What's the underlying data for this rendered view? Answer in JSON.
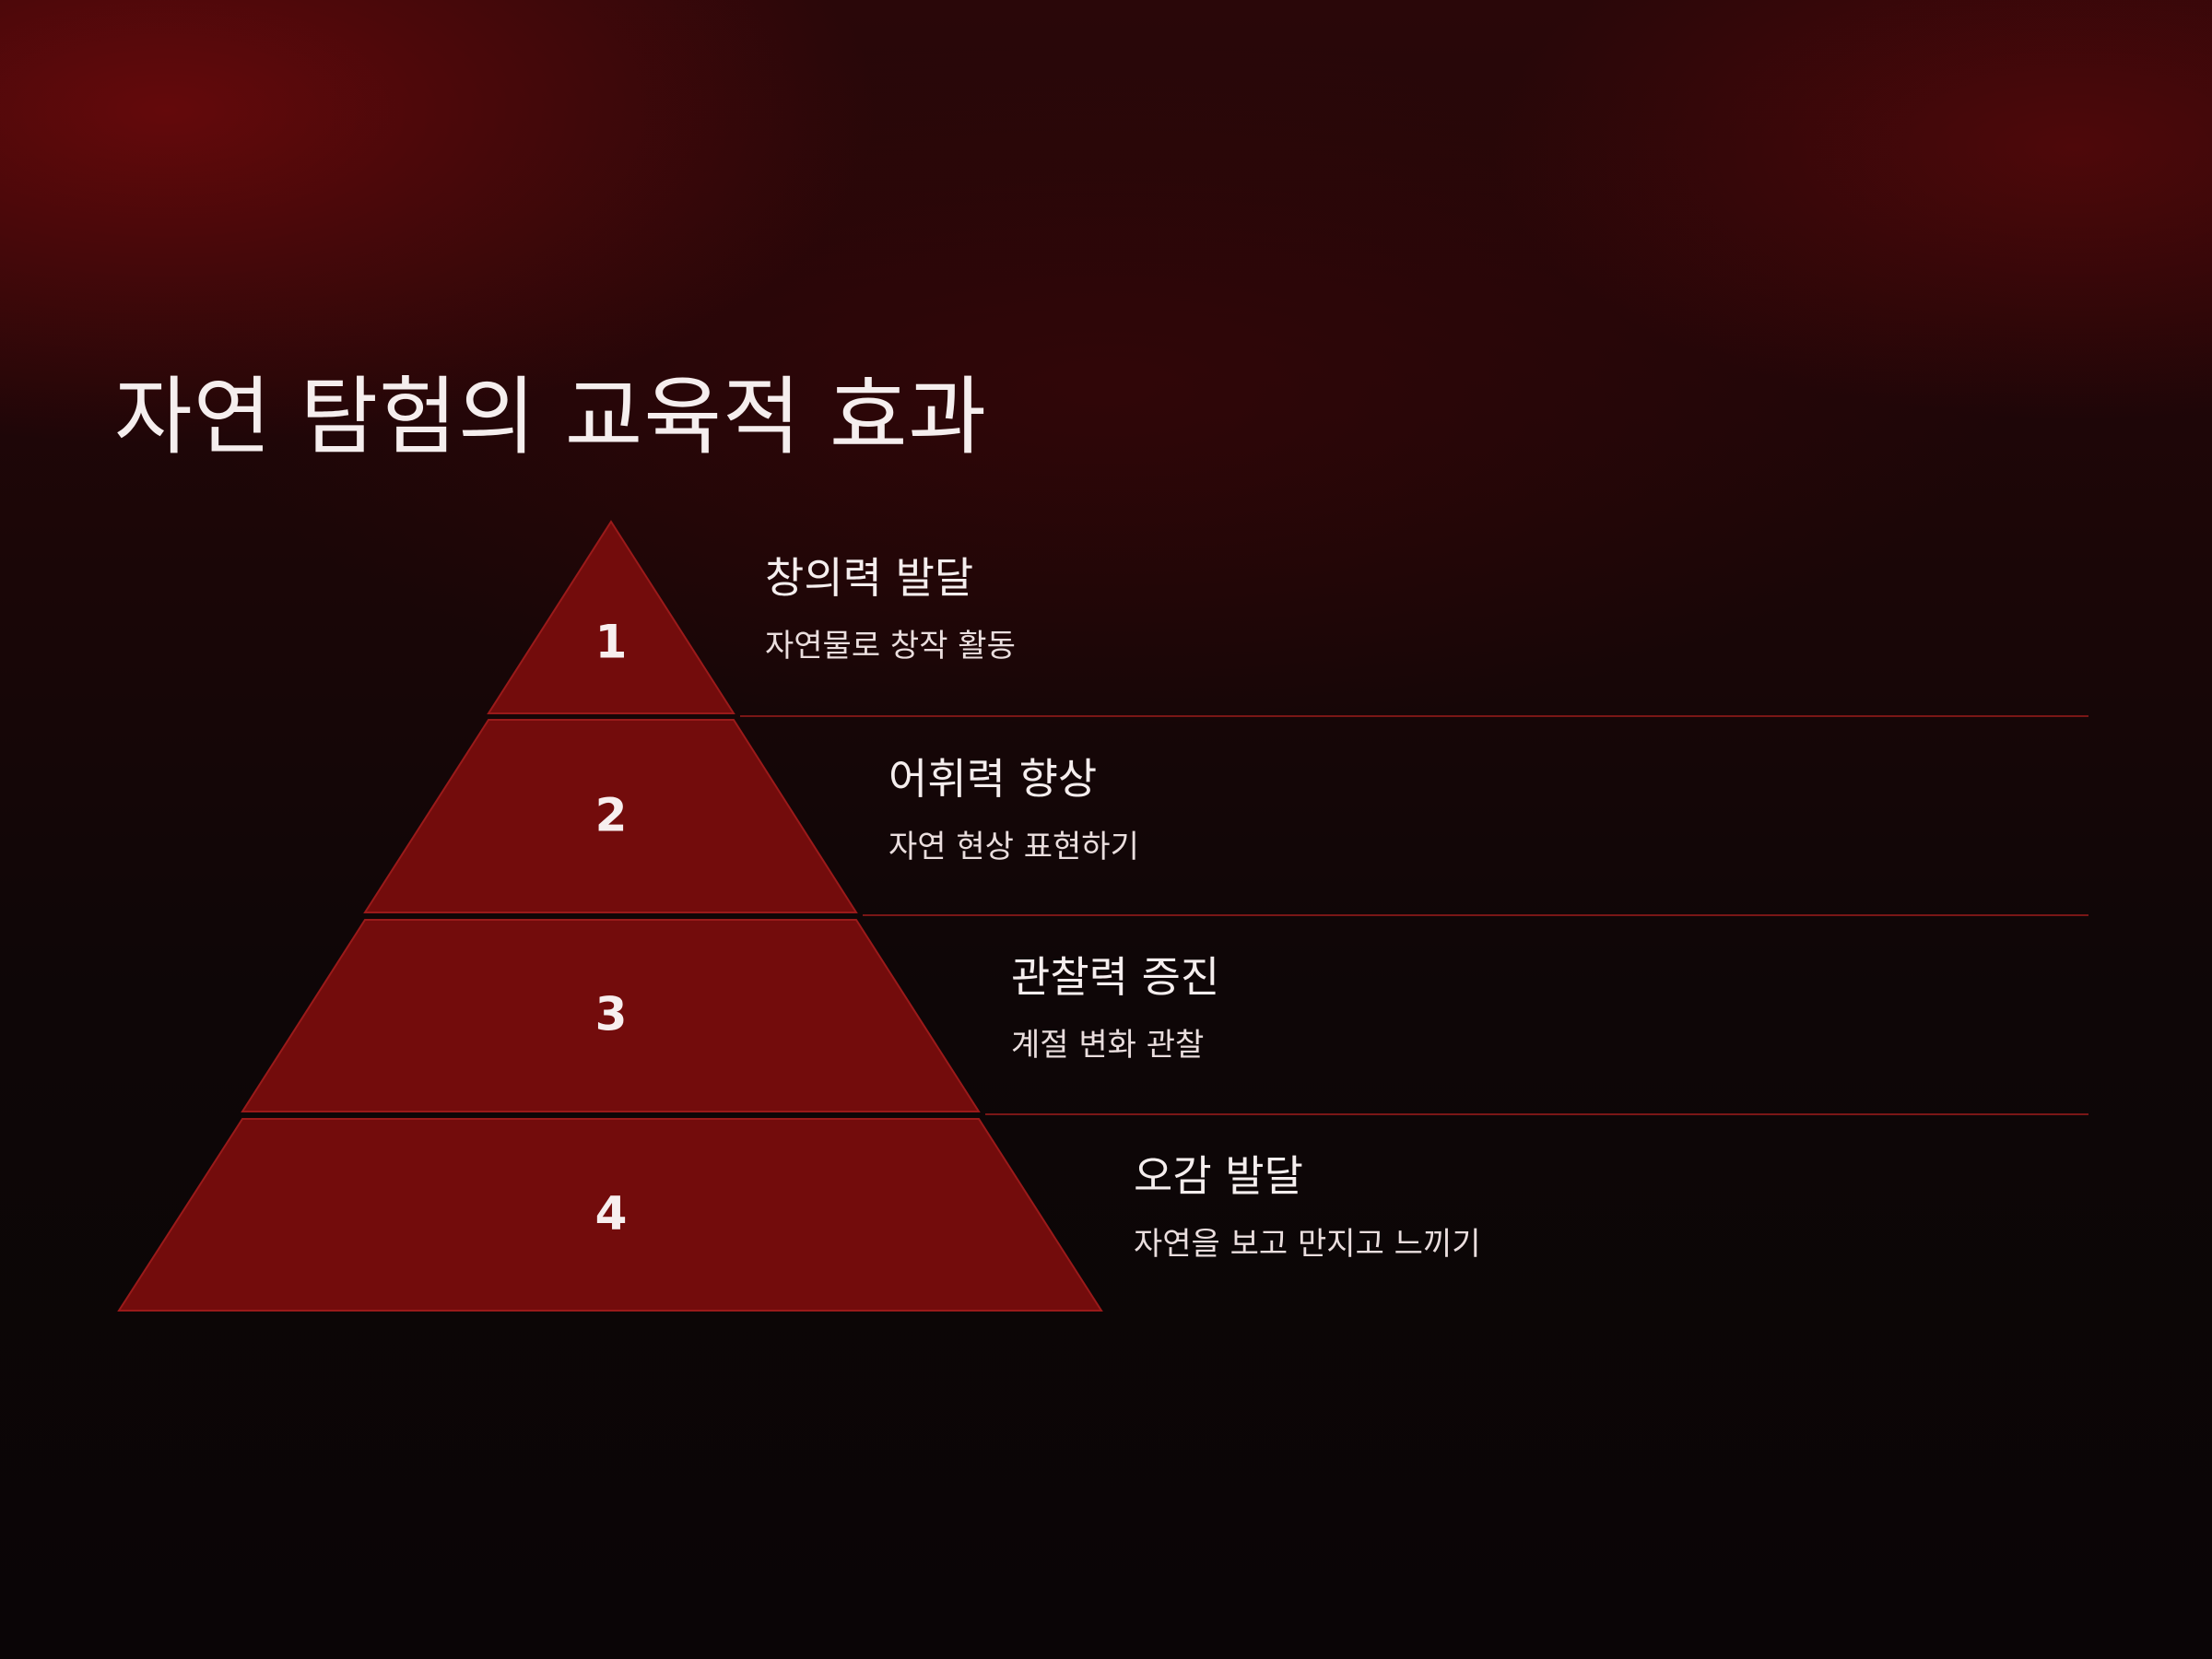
{
  "title": "자연 탐험의 교육적 효과",
  "tiers": [
    {
      "number": "1",
      "heading": "창의력 발달",
      "description": "자연물로 창작 활동"
    },
    {
      "number": "2",
      "heading": "어휘력 향상",
      "description": "자연 현상 표현하기"
    },
    {
      "number": "3",
      "heading": "관찰력 증진",
      "description": "계절 변화 관찰"
    },
    {
      "number": "4",
      "heading": "오감 발달",
      "description": "자연을 보고 만지고 느끼기"
    }
  ],
  "colors": {
    "tier_fill": "#730c0c",
    "tier_stroke": "#9a1a1a",
    "divider": "#7a1616",
    "text": "#f5eeee"
  }
}
